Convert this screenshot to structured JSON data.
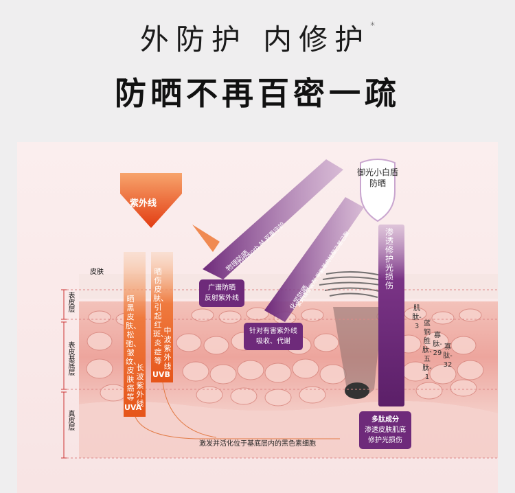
{
  "headline": {
    "line1": "外防护 内修护",
    "line1_mark": "*",
    "line2": "防晒不再百密一疏"
  },
  "diagram": {
    "uv_label": "紫外线",
    "skin_label": "皮肤",
    "layers": [
      "表皮层",
      "表皮基底层",
      "真皮层"
    ],
    "uva": {
      "tag": "UVA",
      "effect": "晒黑皮肤、松弛、皱纹、皮肤癌等",
      "type": "长波紫外线"
    },
    "uvb": {
      "tag": "UVB",
      "effect": "晒伤皮肤、引起红斑、炎症等",
      "type": "中波紫外线"
    },
    "shield": "御光小白盾防晒",
    "physical_band": {
      "title": "物理防晒",
      "desc": "Tinosorb M 双重守护"
    },
    "chemical_band": {
      "title": "化学防晒",
      "desc": "紫外线吸收剂 甲氧基肉桂酸乙基己酯"
    },
    "bubble_physical": [
      "广谱防晒",
      "反射紫外线"
    ],
    "bubble_chemical": [
      "针对有害紫外线",
      "吸收、代谢"
    ],
    "repair_title": "渗透修护光损伤",
    "peptides": [
      "肌肽-3",
      "蓝铜胜肽、五肽-1",
      "寡肽-29",
      "寡肽-32"
    ],
    "bubble_peptide": [
      "多肽成分",
      "渗透皮肤肌底",
      "修护光损伤"
    ],
    "melanin_note": "激发并活化位于基底层内的黑色素细胞",
    "colors": {
      "accent_purple": "#6e2a7a",
      "uv_orange": "#e8531e",
      "skin_pink": "#f1b5ad"
    }
  }
}
